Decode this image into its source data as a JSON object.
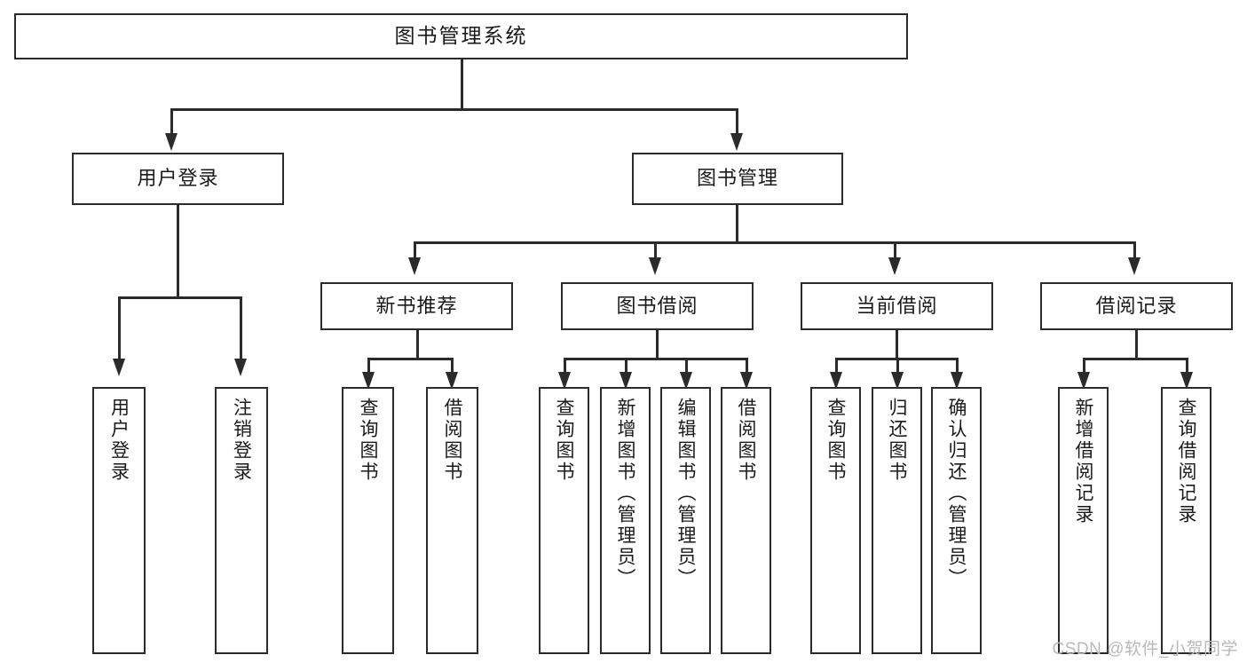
{
  "diagram": {
    "type": "tree-hierarchy",
    "title": "图书管理系统",
    "watermark": "CSDN @软件_小贺同学",
    "colors": {
      "stroke": "#2b2b2b",
      "fill": "#ffffff",
      "text": "#1a1a1a",
      "watermark": "#b9b9b9"
    },
    "levels": {
      "level1": [
        {
          "id": "root",
          "label": "图书管理系统"
        }
      ],
      "level2": [
        {
          "id": "user-login",
          "label": "用户登录"
        },
        {
          "id": "book-manage",
          "label": "图书管理"
        }
      ],
      "level3": [
        {
          "id": "new-book-rec",
          "label": "新书推荐"
        },
        {
          "id": "book-borrow",
          "label": "图书借阅"
        },
        {
          "id": "current-borrow",
          "label": "当前借阅"
        },
        {
          "id": "borrow-record",
          "label": "借阅记录"
        }
      ],
      "leaves": {
        "user-login": [
          {
            "id": "leaf-user-login",
            "label": "用户登录"
          },
          {
            "id": "leaf-logout",
            "label": "注销登录"
          }
        ],
        "new-book-rec": [
          {
            "id": "leaf-query-book-1",
            "label": "查询图书"
          },
          {
            "id": "leaf-borrow-book-1",
            "label": "借阅图书"
          }
        ],
        "book-borrow": [
          {
            "id": "leaf-query-book-2",
            "label": "查询图书"
          },
          {
            "id": "leaf-add-book",
            "label": "新增图书（管理员）"
          },
          {
            "id": "leaf-edit-book",
            "label": "编辑图书（管理员）"
          },
          {
            "id": "leaf-borrow-book-2",
            "label": "借阅图书"
          }
        ],
        "current-borrow": [
          {
            "id": "leaf-query-book-3",
            "label": "查询图书"
          },
          {
            "id": "leaf-return-book",
            "label": "归还图书"
          },
          {
            "id": "leaf-confirm-return",
            "label": "确认归还（管理员）"
          }
        ],
        "borrow-record": [
          {
            "id": "leaf-add-record",
            "label": "新增借阅记录"
          },
          {
            "id": "leaf-query-record",
            "label": "查询借阅记录"
          }
        ]
      }
    }
  }
}
